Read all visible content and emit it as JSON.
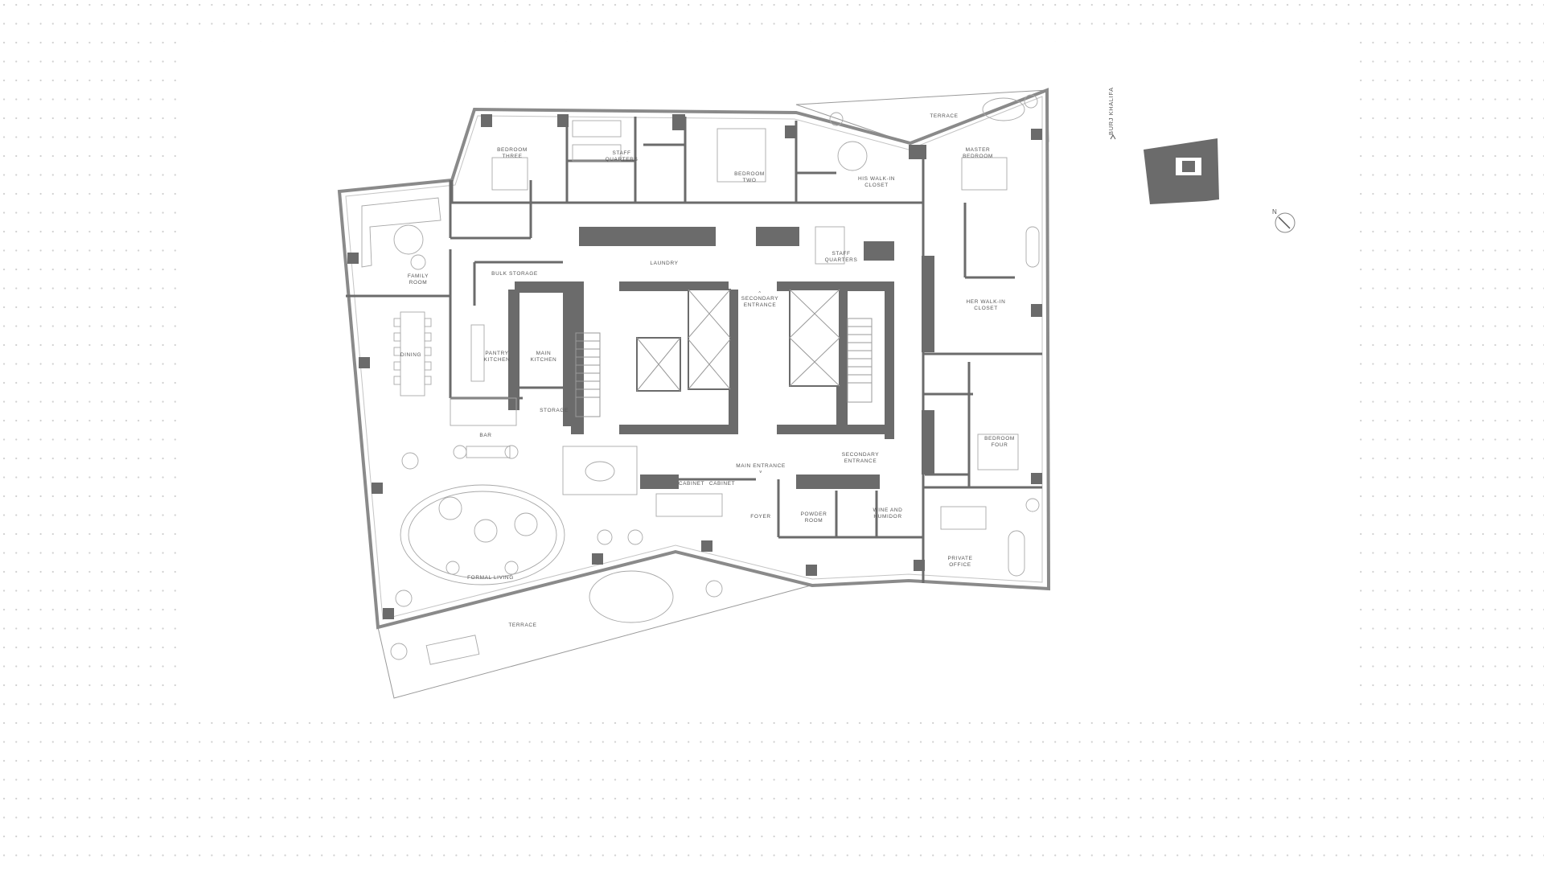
{
  "labels": {
    "bedroom_three": [
      "BEDROOM",
      "THREE"
    ],
    "staff_quarters_top": [
      "STAFF",
      "QUARTERS"
    ],
    "bedroom_two": [
      "BEDROOM",
      "TWO"
    ],
    "his_walk_in": [
      "HIS WALK-IN",
      "CLOSET"
    ],
    "terrace_top": "TERRACE",
    "master_bedroom": [
      "MASTER",
      "BEDROOM"
    ],
    "family_room": [
      "FAMILY",
      "ROOM"
    ],
    "bulk_storage": "BULK STORAGE",
    "laundry": "LAUNDRY",
    "staff_quarters_mid": [
      "STAFF",
      "QUARTERS"
    ],
    "secondary_entrance_top": [
      "SECONDARY",
      "ENTRANCE"
    ],
    "her_walk_in": [
      "HER WALK-IN",
      "CLOSET"
    ],
    "dining": "DINING",
    "pantry_kitchen": [
      "PANTRY",
      "KITCHEN"
    ],
    "main_kitchen": [
      "MAIN",
      "KITCHEN"
    ],
    "storage": "STORAGE",
    "bar": "BAR",
    "main_entrance": "MAIN ENTRANCE",
    "secondary_entrance_right": [
      "SECONDARY",
      "ENTRANCE"
    ],
    "cabinet_1": "CABINET",
    "cabinet_2": "CABINET",
    "bedroom_four": [
      "BEDROOM",
      "FOUR"
    ],
    "foyer": "FOYER",
    "powder_room": [
      "POWDER",
      "ROOM"
    ],
    "wine_humidor": [
      "WINE AND",
      "HUMIDOR"
    ],
    "formal_living": "FORMAL LIVING",
    "private_office": [
      "PRIVATE",
      "OFFICE"
    ],
    "terrace_bottom": "TERRACE",
    "burj_khalifa": "BURJ KHALIFA",
    "north": "N"
  },
  "icons": {
    "north_arrow": "north-arrow-icon",
    "direction": "chevron-up-icon"
  },
  "colors": {
    "wall": "#6b6b6b",
    "dot": "#cfcfcf",
    "furniture": "#a8a8a8"
  }
}
